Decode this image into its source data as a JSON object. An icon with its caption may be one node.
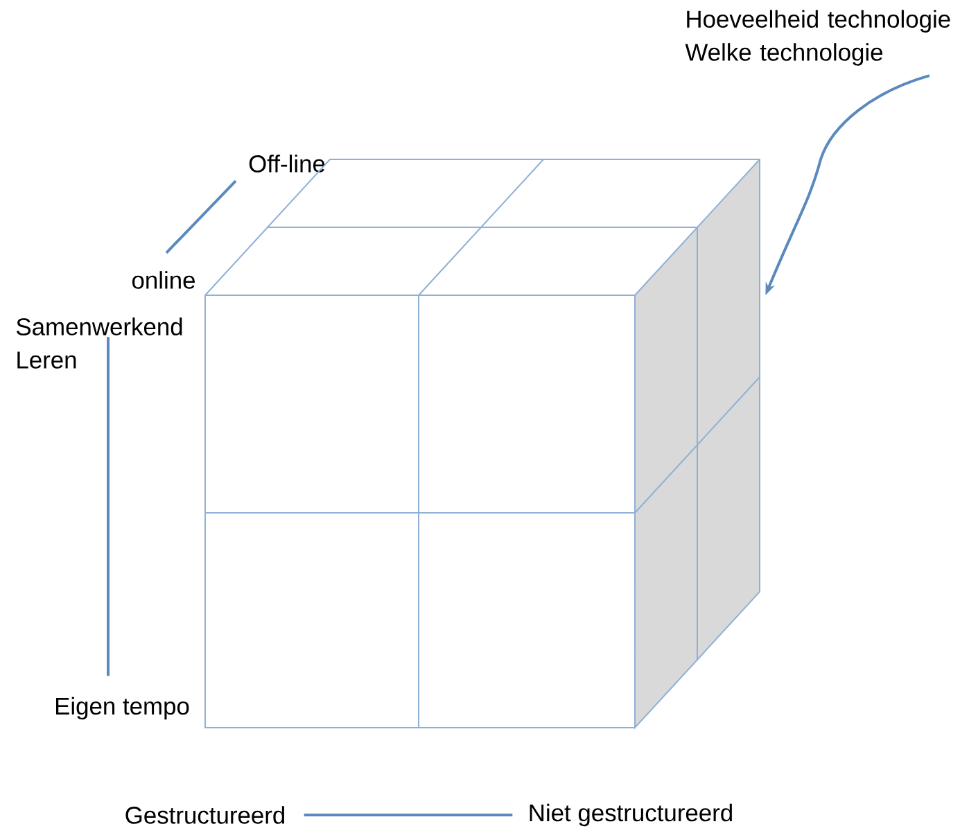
{
  "diagram": {
    "nodes": [
      {
        "text": [
          "Hoeveelheid technologie",
          "Welke technologie"
        ]
      },
      {
        "text": [
          "Off-line"
        ]
      },
      {
        "text": [
          "online"
        ]
      },
      {
        "text": [
          "Samenwerkend Leren"
        ]
      },
      {
        "text": [],
        "shape": "cube"
      },
      {
        "text": [
          "Eigen tempo"
        ]
      },
      {
        "text": [
          "Gestructureerd"
        ]
      },
      {
        "text": [
          "Niet gestructureerd"
        ]
      }
    ],
    "edges": [
      {
        "from": 0,
        "to": 4,
        "arrow": "to"
      },
      {
        "from": 1,
        "to": 2,
        "arrow": "none"
      },
      {
        "from": 3,
        "to": 5,
        "arrow": "none"
      },
      {
        "from": 6,
        "to": 7,
        "arrow": "none"
      }
    ]
  }
}
